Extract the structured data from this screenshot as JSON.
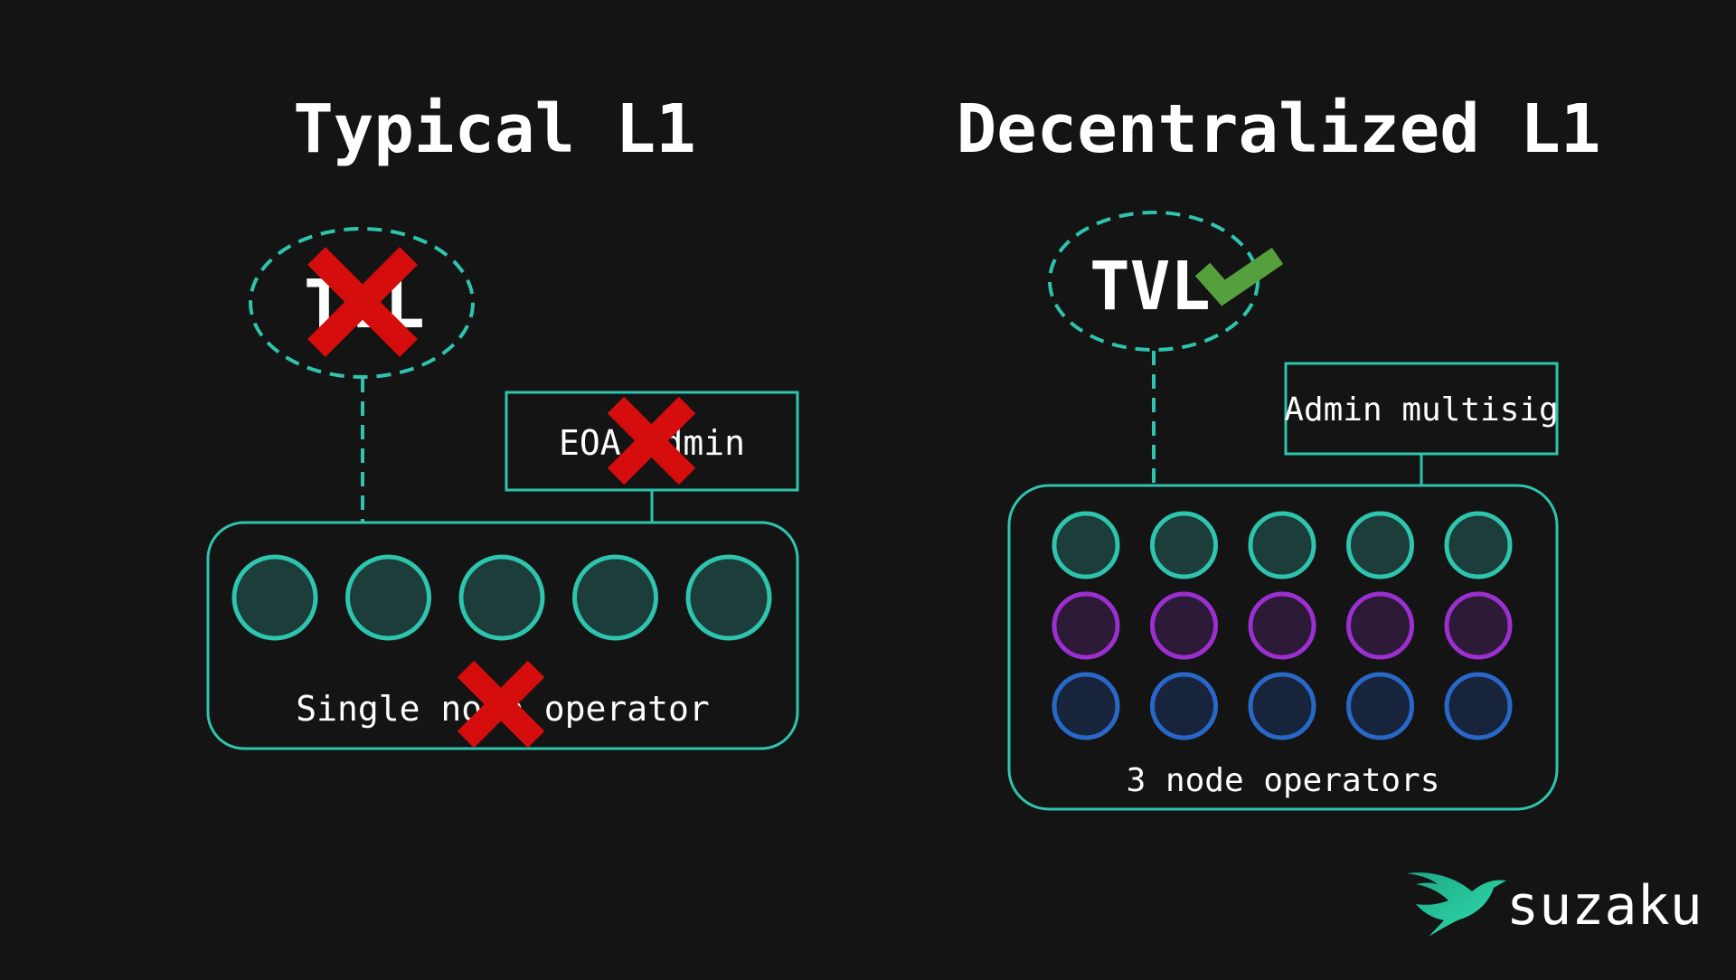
{
  "colors": {
    "background": "#141414",
    "teal": "#2ec4ae",
    "teal_fill": "#1c3d3a",
    "purple": "#9c2fd0",
    "purple_fill": "#2c1a36",
    "blue": "#2868c8",
    "blue_fill": "#18243c",
    "red_x": "#d60d0d",
    "green_check": "#55a03c",
    "text": "#ffffff"
  },
  "left": {
    "title": "Typical L1",
    "tvl_label": "TVL",
    "admin_label": "EOA admin",
    "nodes_label": "Single node operator",
    "node_count": 5,
    "icons": [
      "cross-icon",
      "cross-icon",
      "cross-icon"
    ]
  },
  "right": {
    "title": "Decentralized L1",
    "tvl_label": "TVL",
    "admin_label": "Admin multisig",
    "nodes_label": "3 node operators",
    "node_rows": [
      "teal",
      "purple",
      "blue"
    ],
    "nodes_per_row": 5,
    "icons": [
      "check-icon"
    ]
  },
  "brand": {
    "name": "suzaku",
    "logo_icon": "bird-logo-icon"
  }
}
